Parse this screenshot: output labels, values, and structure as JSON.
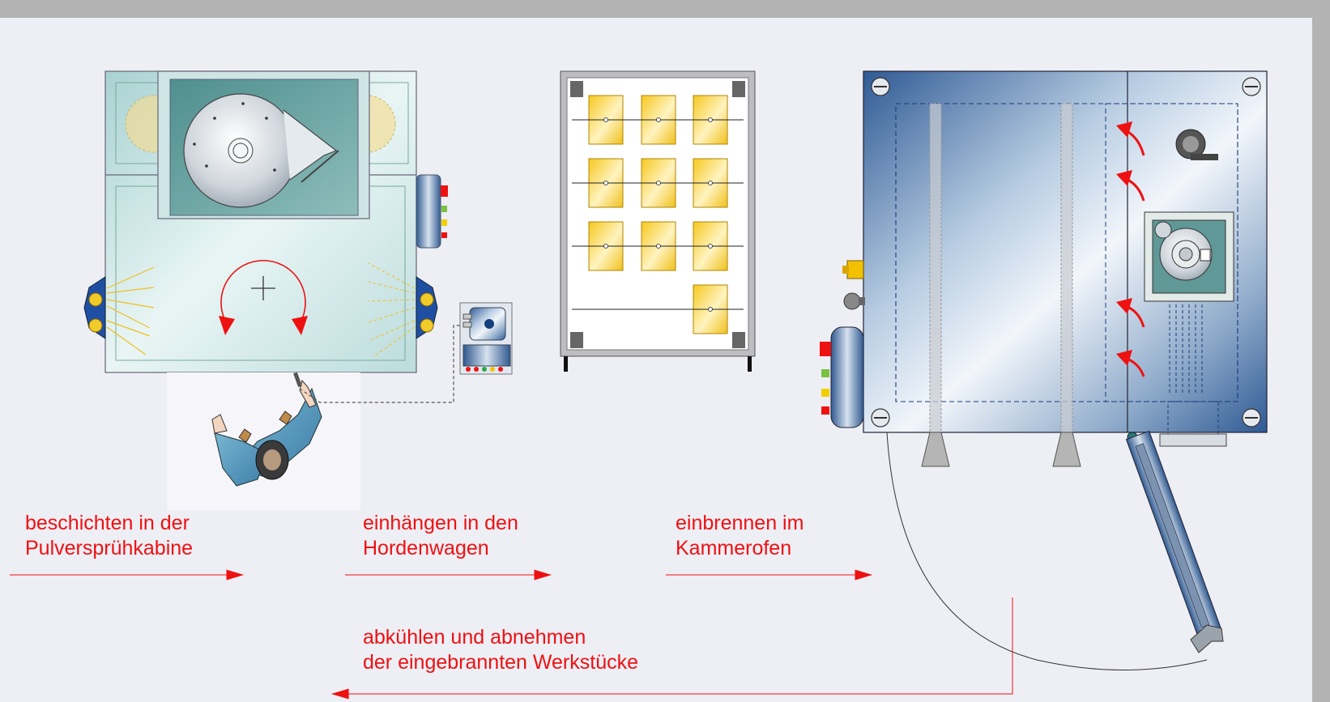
{
  "steps": [
    {
      "line1": "beschichten in der",
      "line2": "Pulversprühkabine"
    },
    {
      "line1": "einhängen in den",
      "line2": "Hordenwagen"
    },
    {
      "line1": "einbrennen im",
      "line2": "Kammerofen"
    }
  ],
  "return_step": {
    "line1": "abkühlen und abnehmen",
    "line2": "der eingebrannten Werkstücke"
  },
  "colors": {
    "label": "#ee1111",
    "background": "#eeeef5",
    "frame": "#b3b3b3"
  }
}
